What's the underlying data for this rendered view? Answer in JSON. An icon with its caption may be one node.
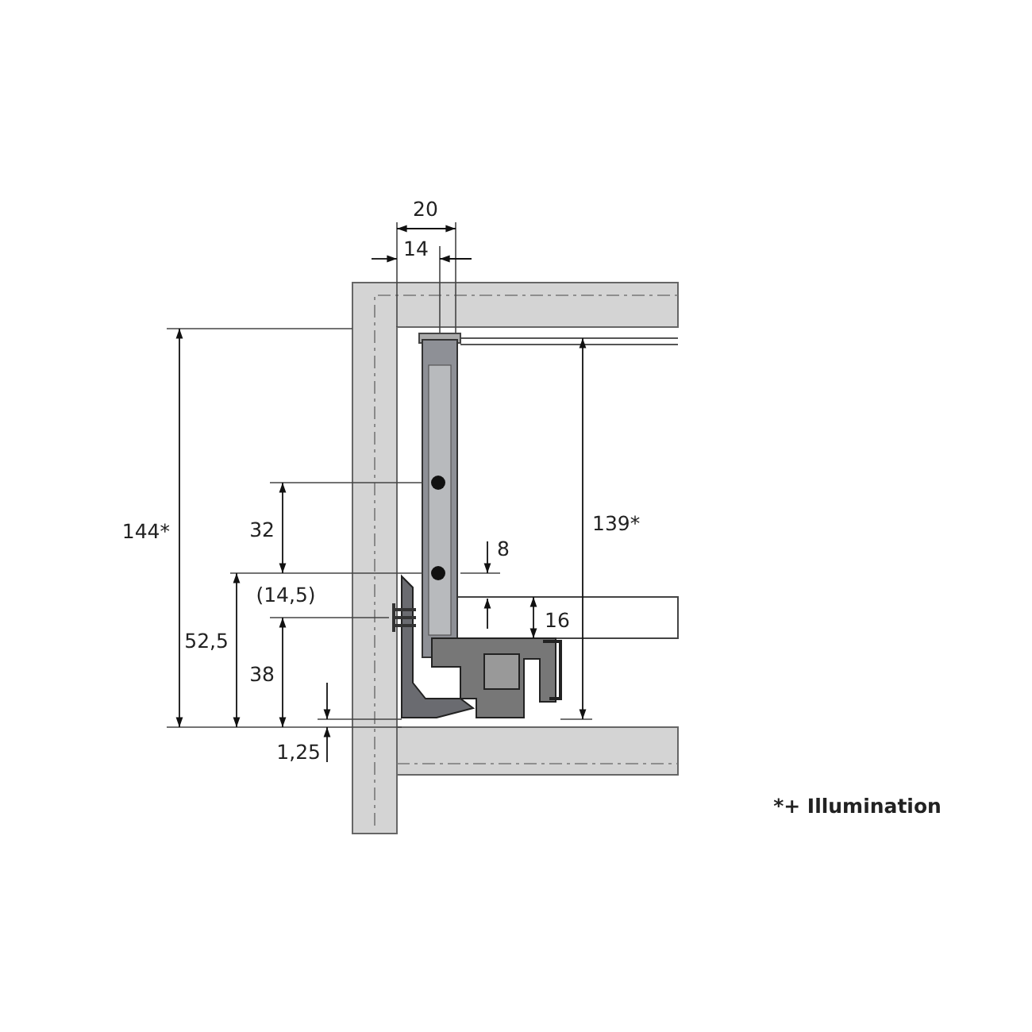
{
  "diagram": {
    "labels": [
      "20",
      "14",
      "144*",
      "32",
      "8",
      "(14,5)",
      "52,5",
      "38",
      "16",
      "139*",
      "1,25",
      "*+ Illumination"
    ]
  }
}
